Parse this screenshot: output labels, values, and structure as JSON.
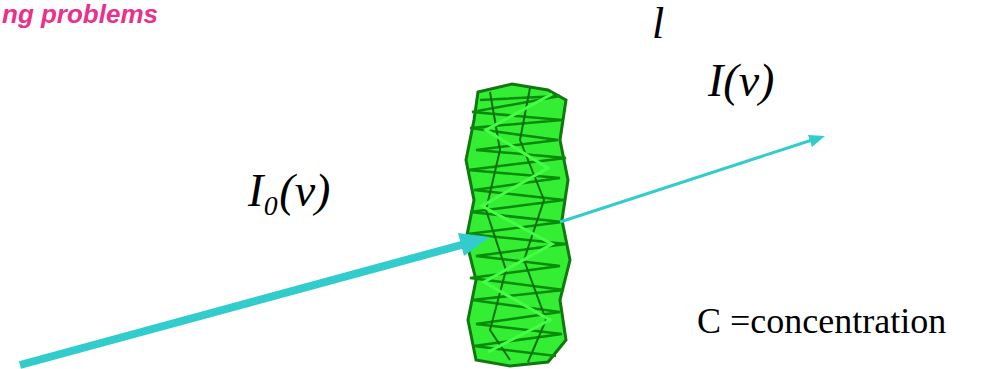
{
  "diagram": {
    "labels": [
      "ng problems",
      "l",
      "I(ν)",
      "I₀(ν)",
      "C =concentration"
    ]
  }
}
